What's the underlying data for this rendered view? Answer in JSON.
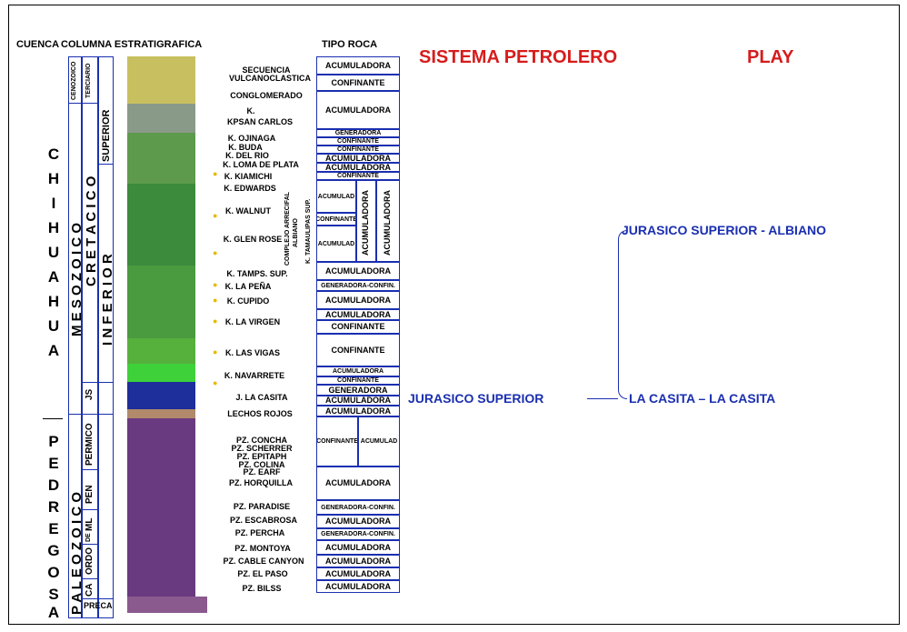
{
  "headers": {
    "cuenca": "CUENCA",
    "columna": "COLUMNA ESTRATIGRAFICA",
    "tipo_roca": "TIPO ROCA",
    "sistema": "SISTEMA PETROLERO",
    "play": "PLAY"
  },
  "cuencas": {
    "chihuahua": [
      "C",
      "H",
      "I",
      "H",
      "U",
      "A",
      "H",
      "U",
      "A"
    ],
    "pedregosa": [
      "P",
      "E",
      "D",
      "R",
      "E",
      "G",
      "O",
      "S",
      "A"
    ]
  },
  "eras": {
    "cenozoico": "CENOZOICO",
    "mesozoico": "M E S O Z O I C O",
    "paleozoico": "P A L E O Z O I C O"
  },
  "periods": {
    "terciario": "TERCIARIO",
    "cretacico": "C R E T A C I C O",
    "js": "JS",
    "permico": "PERMICO",
    "pen": "PEN",
    "ml": "ML",
    "de": "DE",
    "ordo": "ORDO",
    "ca": "CA",
    "preca": "PRECA"
  },
  "epochs": {
    "superior": "SUPERIOR",
    "inferior": "I N F E R I O R"
  },
  "formations": [
    "SECUENCIA",
    "VULCANOCLASTICA",
    "CONGLOMERADO",
    "K.",
    "KPSAN CARLOS",
    "K. OJINAGA",
    "K. BUDA",
    "K. DEL RIO",
    "K. LOMA DE PLATA",
    "K. KIAMICHI",
    "K. EDWARDS",
    "K. WALNUT",
    "K. GLEN ROSE",
    "K. TAMPS. SUP.",
    "K. LA PEÑA",
    "K. CUPIDO",
    "K. LA VIRGEN",
    "K. LAS VIGAS",
    "K. NAVARRETE",
    "J. LA CASITA",
    "LECHOS ROJOS",
    "PZ. CONCHA",
    "PZ. SCHERRER",
    "PZ. EPITAPH",
    "PZ. COLINA",
    "PZ. EARF",
    "PZ. HORQUILLA",
    "PZ. PARADISE",
    "PZ. ESCABROSA",
    "PZ. PERCHA",
    "PZ. MONTOYA",
    "PZ. CABLE CANYON",
    "PZ. EL PASO",
    "PZ. BILSS"
  ],
  "complejo": [
    "COMPLEJO ARRECIFAL",
    "ALBIANO",
    "K. TAMAULIPAS SUP."
  ],
  "roca": [
    "ACUMULADORA",
    "CONFINANTE",
    "ACUMULADORA",
    "GENERADORA",
    "CONFINANTE",
    "CONFINANTE",
    "ACUMULADORA",
    "ACUMULADORA",
    "CONFINANTE",
    "ACUMULAD",
    "CONFINANTE",
    "ACUMULAD",
    "ACUMULADORA",
    "ACUMULADORA",
    "ACUMULADORA",
    "GENERADORA-CONFIN.",
    "ACUMULADORA",
    "ACUMULADORA",
    "CONFINANTE",
    "CONFINANTE",
    "ACUMULADORA",
    "CONFINANTE",
    "GENERADORA",
    "ACUMULADORA",
    "ACUMULADORA",
    "CONFINANTE",
    "ACUMULAD",
    "ACUMULADORA",
    "GENERADORA-CONFIN.",
    "ACUMULADORA",
    "GENERADORA-CONFIN.",
    "ACUMULADORA",
    "ACUMULADORA",
    "ACUMULADORA",
    "ACUMULADORA"
  ],
  "sistema_label": "JURASICO SUPERIOR",
  "plays": [
    "JURASICO SUPERIOR - ALBIANO",
    "LA CASITA – LA CASITA"
  ],
  "colors": {
    "title": "#d61c1c",
    "lines": "#1a2fb0"
  }
}
